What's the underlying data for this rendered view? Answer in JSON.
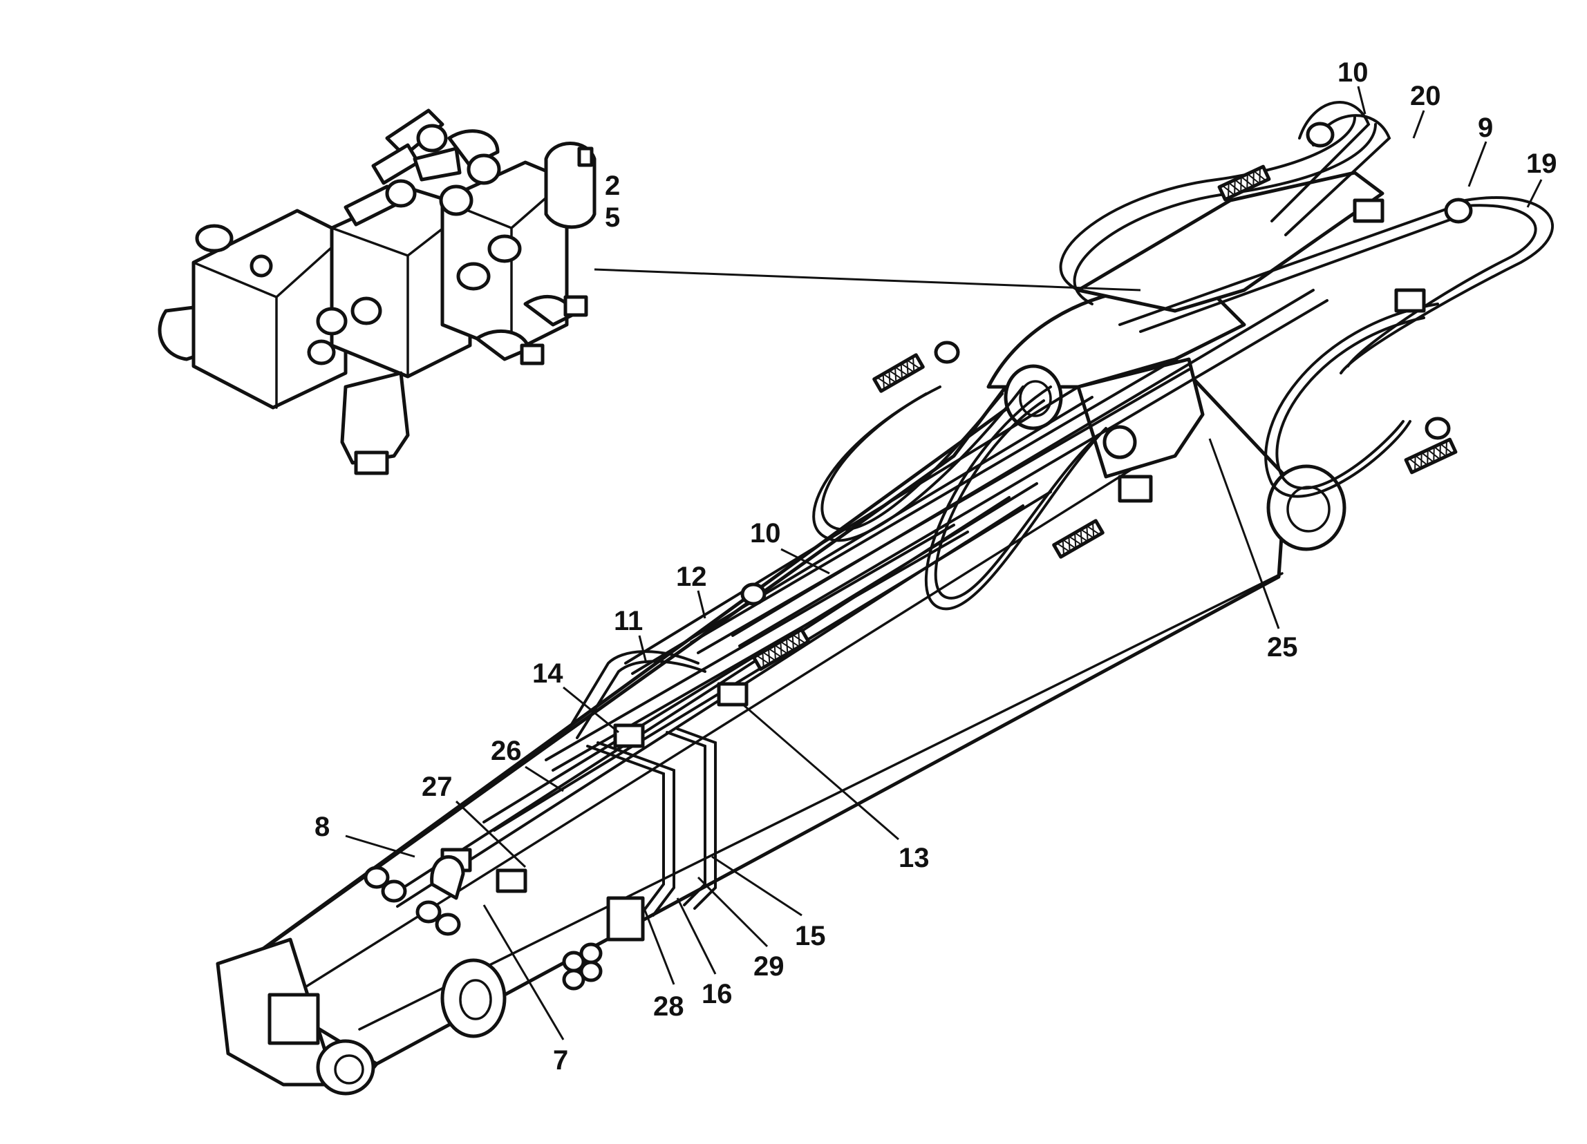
{
  "figure": {
    "line_color": "#111111",
    "background": "#ffffff"
  },
  "callouts": [
    {
      "id": "c-10-top",
      "label": "10"
    },
    {
      "id": "c-20",
      "label": "20"
    },
    {
      "id": "c-9",
      "label": "9"
    },
    {
      "id": "c-19",
      "label": "19"
    },
    {
      "id": "c-2",
      "label": "2"
    },
    {
      "id": "c-5",
      "label": "5"
    },
    {
      "id": "c-10-mid",
      "label": "10"
    },
    {
      "id": "c-12",
      "label": "12"
    },
    {
      "id": "c-11",
      "label": "11"
    },
    {
      "id": "c-14",
      "label": "14"
    },
    {
      "id": "c-26",
      "label": "26"
    },
    {
      "id": "c-27",
      "label": "27"
    },
    {
      "id": "c-8",
      "label": "8"
    },
    {
      "id": "c-25",
      "label": "25"
    },
    {
      "id": "c-13",
      "label": "13"
    },
    {
      "id": "c-15",
      "label": "15"
    },
    {
      "id": "c-29",
      "label": "29"
    },
    {
      "id": "c-16",
      "label": "16"
    },
    {
      "id": "c-28",
      "label": "28"
    },
    {
      "id": "c-7",
      "label": "7"
    }
  ]
}
